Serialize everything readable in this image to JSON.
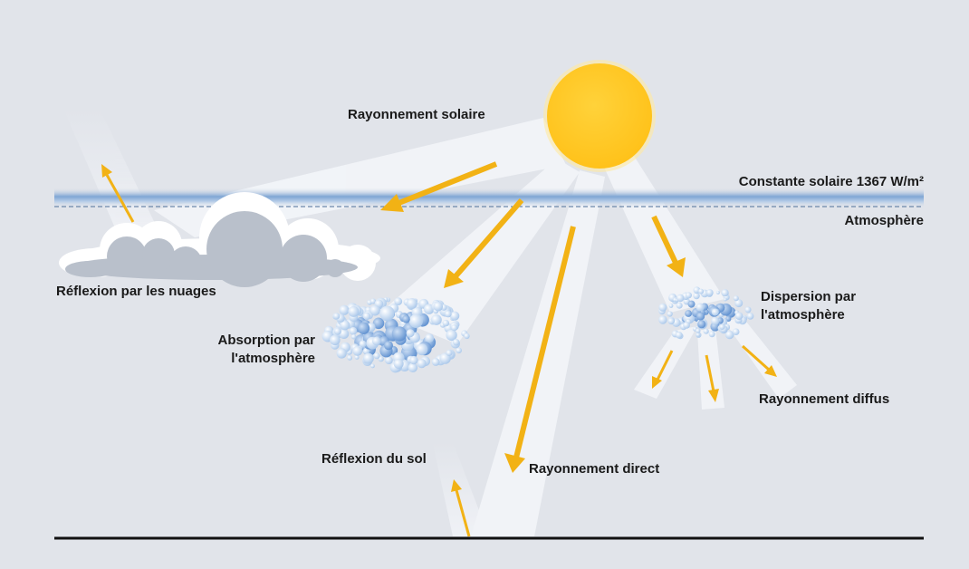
{
  "labels": {
    "solar_radiation": "Rayonnement solaire",
    "solar_constant": "Constante solaire 1367 W/m²",
    "atmosphere": "Atmosphère",
    "cloud_reflection": "Réflexion par les nuages",
    "absorption": "Absorption par\nl'atmosphère",
    "dispersion": "Dispersion par\nl'atmosphère",
    "diffuse_radiation": "Rayonnement diffus",
    "ground_reflection": "Réflexion du sol",
    "direct_radiation": "Rayonnement direct"
  },
  "colors": {
    "background": "#e1e4ea",
    "beam": "#f3f5f9",
    "arrow": "#f2b215",
    "sun_core": "#ffc21a",
    "sun_glow": "#ffe9a0",
    "atmosphere_band": "#7fa6d4",
    "cloud_gray": "#b9c0cb",
    "cloud_white": "#ffffff",
    "particle_dark": "#5d8fcf",
    "particle_light": "#a9c7ea",
    "ground_line": "#111111"
  },
  "icons": {
    "sun": "sun-icon",
    "cloud": "cloud-icon",
    "absorption_particles": "absorption-particles-icon",
    "dispersion_particles": "dispersion-particles-icon"
  }
}
